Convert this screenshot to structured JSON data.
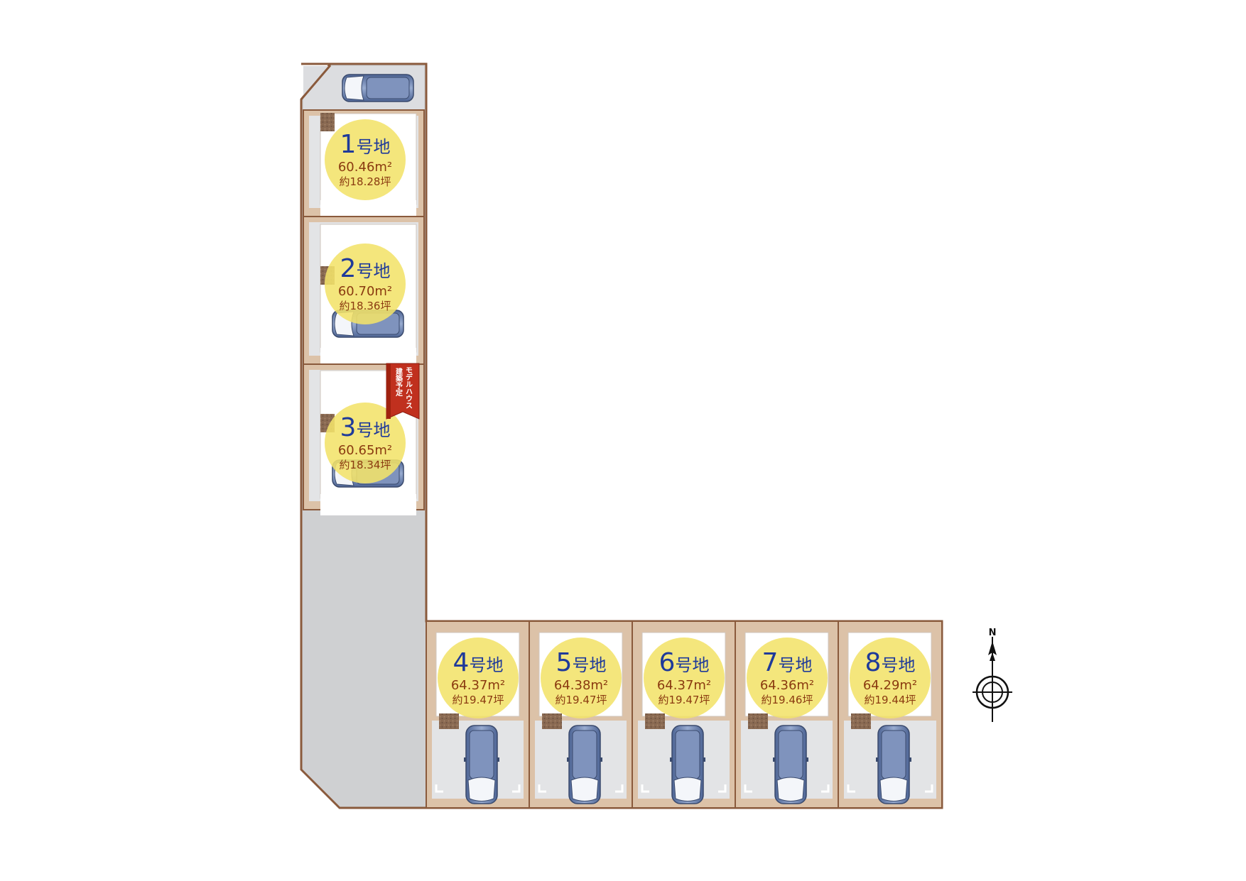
{
  "lots": [
    {
      "num": "1",
      "suffix": "号地",
      "area_m2": "60.46m²",
      "area_tsubo": "約18.28坪"
    },
    {
      "num": "2",
      "suffix": "号地",
      "area_m2": "60.70m²",
      "area_tsubo": "約18.36坪"
    },
    {
      "num": "3",
      "suffix": "号地",
      "area_m2": "60.65m²",
      "area_tsubo": "約18.34坪"
    },
    {
      "num": "4",
      "suffix": "号地",
      "area_m2": "64.37m²",
      "area_tsubo": "約19.47坪"
    },
    {
      "num": "5",
      "suffix": "号地",
      "area_m2": "64.38m²",
      "area_tsubo": "約19.47坪"
    },
    {
      "num": "6",
      "suffix": "号地",
      "area_m2": "64.37m²",
      "area_tsubo": "約19.47坪"
    },
    {
      "num": "7",
      "suffix": "号地",
      "area_m2": "64.36m²",
      "area_tsubo": "約19.46坪"
    },
    {
      "num": "8",
      "suffix": "号地",
      "area_m2": "64.29m²",
      "area_tsubo": "約19.44坪"
    }
  ],
  "model_house_label": {
    "line1": "モデルハウス",
    "line2": "建築予定"
  },
  "compass": {
    "label": "N"
  },
  "colors": {
    "road": "#cfd0d2",
    "lot_border": "#8a5a3c",
    "lot_fill": "#dcc2a8",
    "house_fill": "#ffffff",
    "badge": "#f2e36a",
    "lot_number": "#1f3a9a",
    "area_text": "#8a3a10",
    "car": "#6e84b0",
    "ribbon": "#c0301e"
  },
  "icons": [
    "car-icon",
    "compass-icon",
    "ribbon-icon"
  ]
}
